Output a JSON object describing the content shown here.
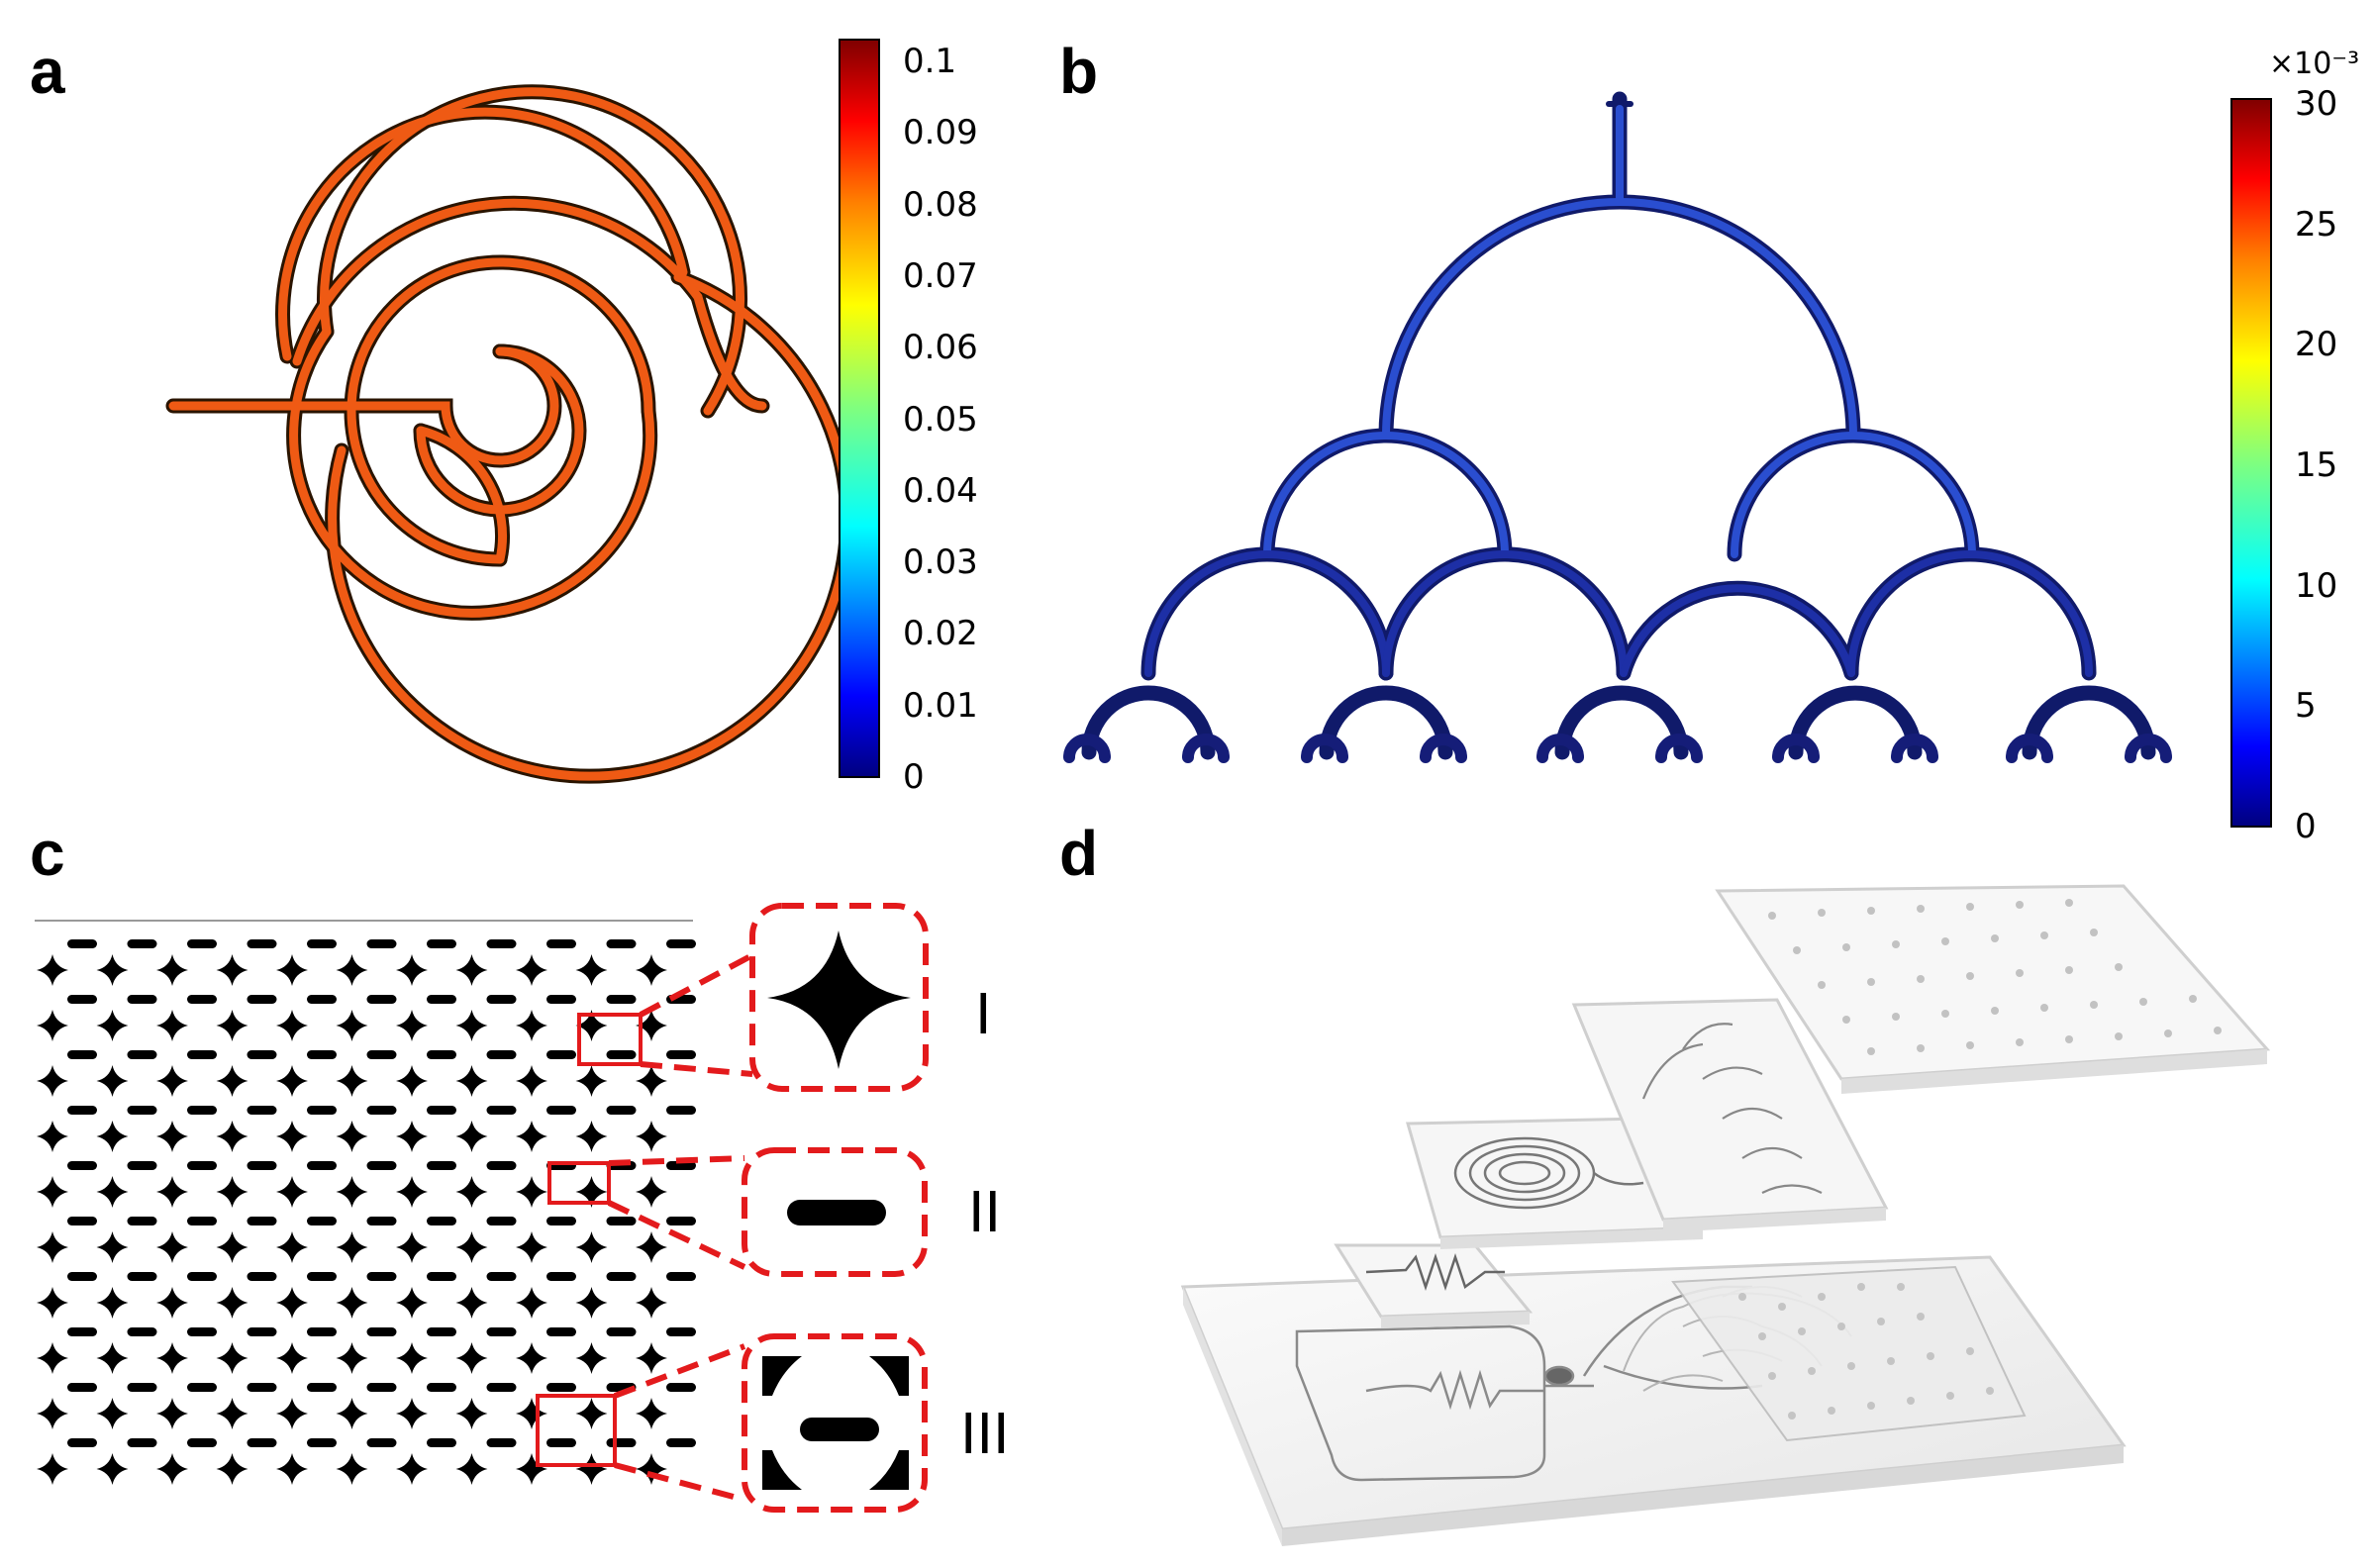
{
  "panels": {
    "a": {
      "label": "a",
      "colorbar": {
        "ticks": [
          "0.1",
          "0.09",
          "0.08",
          "0.07",
          "0.06",
          "0.05",
          "0.04",
          "0.03",
          "0.02",
          "0.01",
          "0"
        ],
        "min": 0,
        "max": 0.1
      },
      "channel_color": "#ef5a14"
    },
    "b": {
      "label": "b",
      "colorbar": {
        "multiplier": "×10⁻³",
        "ticks": [
          "30",
          "25",
          "20",
          "15",
          "10",
          "5",
          "0"
        ],
        "min": 0,
        "max": 30
      },
      "channel_color": "#1e3cb4"
    },
    "c": {
      "label": "c",
      "zoom_labels": [
        "I",
        "II",
        "III"
      ],
      "highlight_color": "#e31a1c"
    },
    "d": {
      "label": "d"
    }
  },
  "colormap": [
    "#00007f",
    "#0000ff",
    "#007fff",
    "#00ffff",
    "#7fff7f",
    "#ffff00",
    "#ff7f00",
    "#ff0000",
    "#7f0000"
  ]
}
